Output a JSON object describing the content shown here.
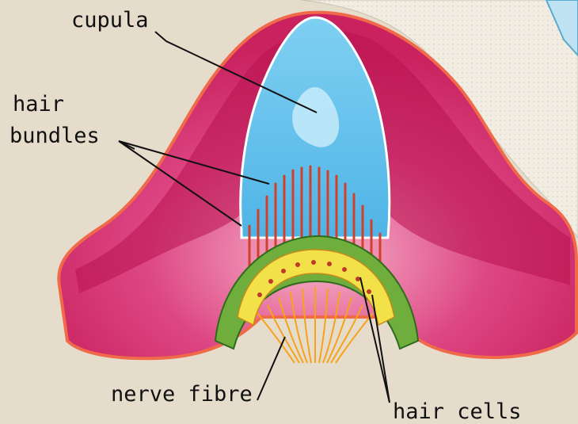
{
  "labels": {
    "cupula": "cupula",
    "hair_bundles_line1": "hair",
    "hair_bundles_line2": "bundles",
    "nerve_fibre": "nerve fibre",
    "hair_cells": "hair cells"
  },
  "colors": {
    "background": "#e6dccb",
    "crista_wall": "#d9437f",
    "crista_dark": "#b0124f",
    "crista_outline": "#f06a4a",
    "cupula": "#5cbde9",
    "cupula_highlight": "#bfe7f7",
    "hair_bundles": "#d0402a",
    "hair_cells": "#f3e14a",
    "supporting_cells": "#5fa33a",
    "nerve_fibres": "#f7a21b",
    "membrane": "#eee9dc"
  }
}
